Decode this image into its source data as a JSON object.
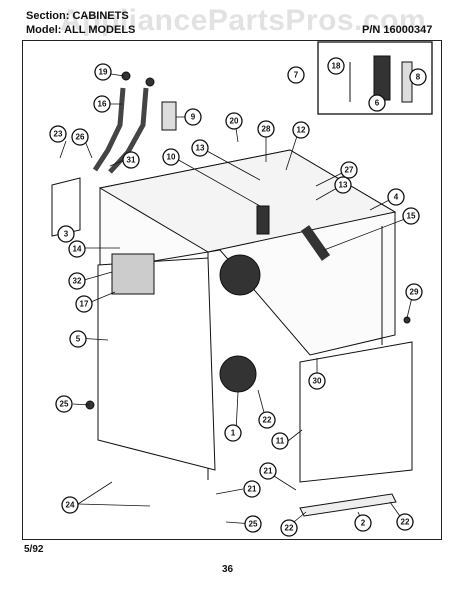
{
  "header": {
    "section": "Section: CABINETS",
    "model": "Model: ALL MODELS",
    "part_number": "P/N 16000347"
  },
  "watermark": "AppliancePartsPros.com",
  "footer": {
    "date": "5/92",
    "page": "36"
  },
  "callouts": [
    "1",
    "2",
    "3",
    "4",
    "5",
    "6",
    "7",
    "8",
    "9",
    "10",
    "11",
    "12",
    "13",
    "14",
    "15",
    "16",
    "17",
    "18",
    "19",
    "20",
    "21",
    "22",
    "23",
    "24",
    "25",
    "26",
    "27",
    "28",
    "29",
    "30",
    "31",
    "32"
  ]
}
